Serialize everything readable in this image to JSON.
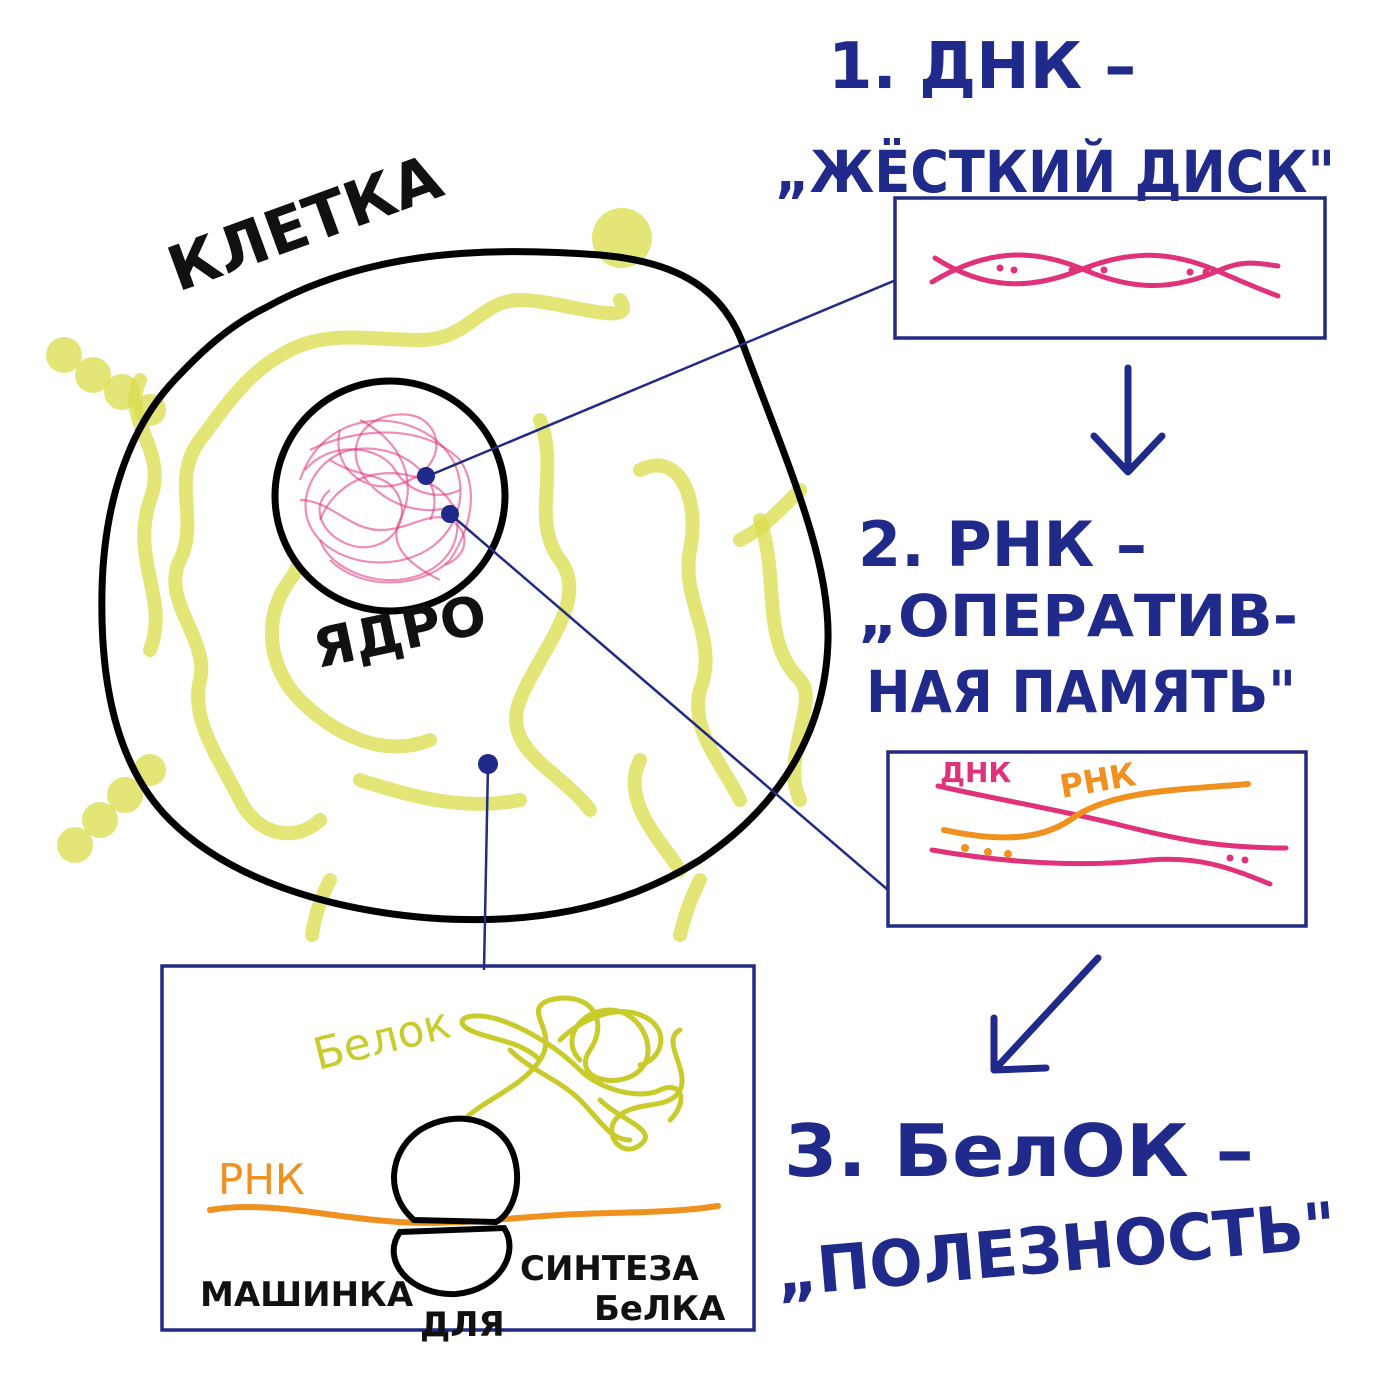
{
  "cell": {
    "label": "КЛЕТКА",
    "nucleus_label": "ЯДРО"
  },
  "steps": [
    {
      "line1": "1. ДНК –",
      "line2": "„ЖЁСТКИЙ ДИСК\""
    },
    {
      "line1": "2. РНК –",
      "line2": "„ОПЕРАТИВ-",
      "line3": "НАЯ ПАМЯТЬ\""
    },
    {
      "line1": "3. БелОК –",
      "line2": "„ПОЛЕЗНОСТЬ\""
    }
  ],
  "rna_box": {
    "dna_label": "ДНК",
    "rna_label": "РНК"
  },
  "protein_box": {
    "protein_label": "Белок",
    "rna_label": "РНК",
    "caption_left": "МАШИНКА",
    "caption_mid": "ДЛЯ",
    "caption_right_1": "СИНТЕЗА",
    "caption_right_2": "БеЛКА"
  },
  "colors": {
    "outline": "#000000",
    "annotation": "#1f2a8a",
    "dna": "#e0327a",
    "rna": "#f0901e",
    "protein": "#c9cb2a",
    "reticulum": "#d9dc4a"
  }
}
